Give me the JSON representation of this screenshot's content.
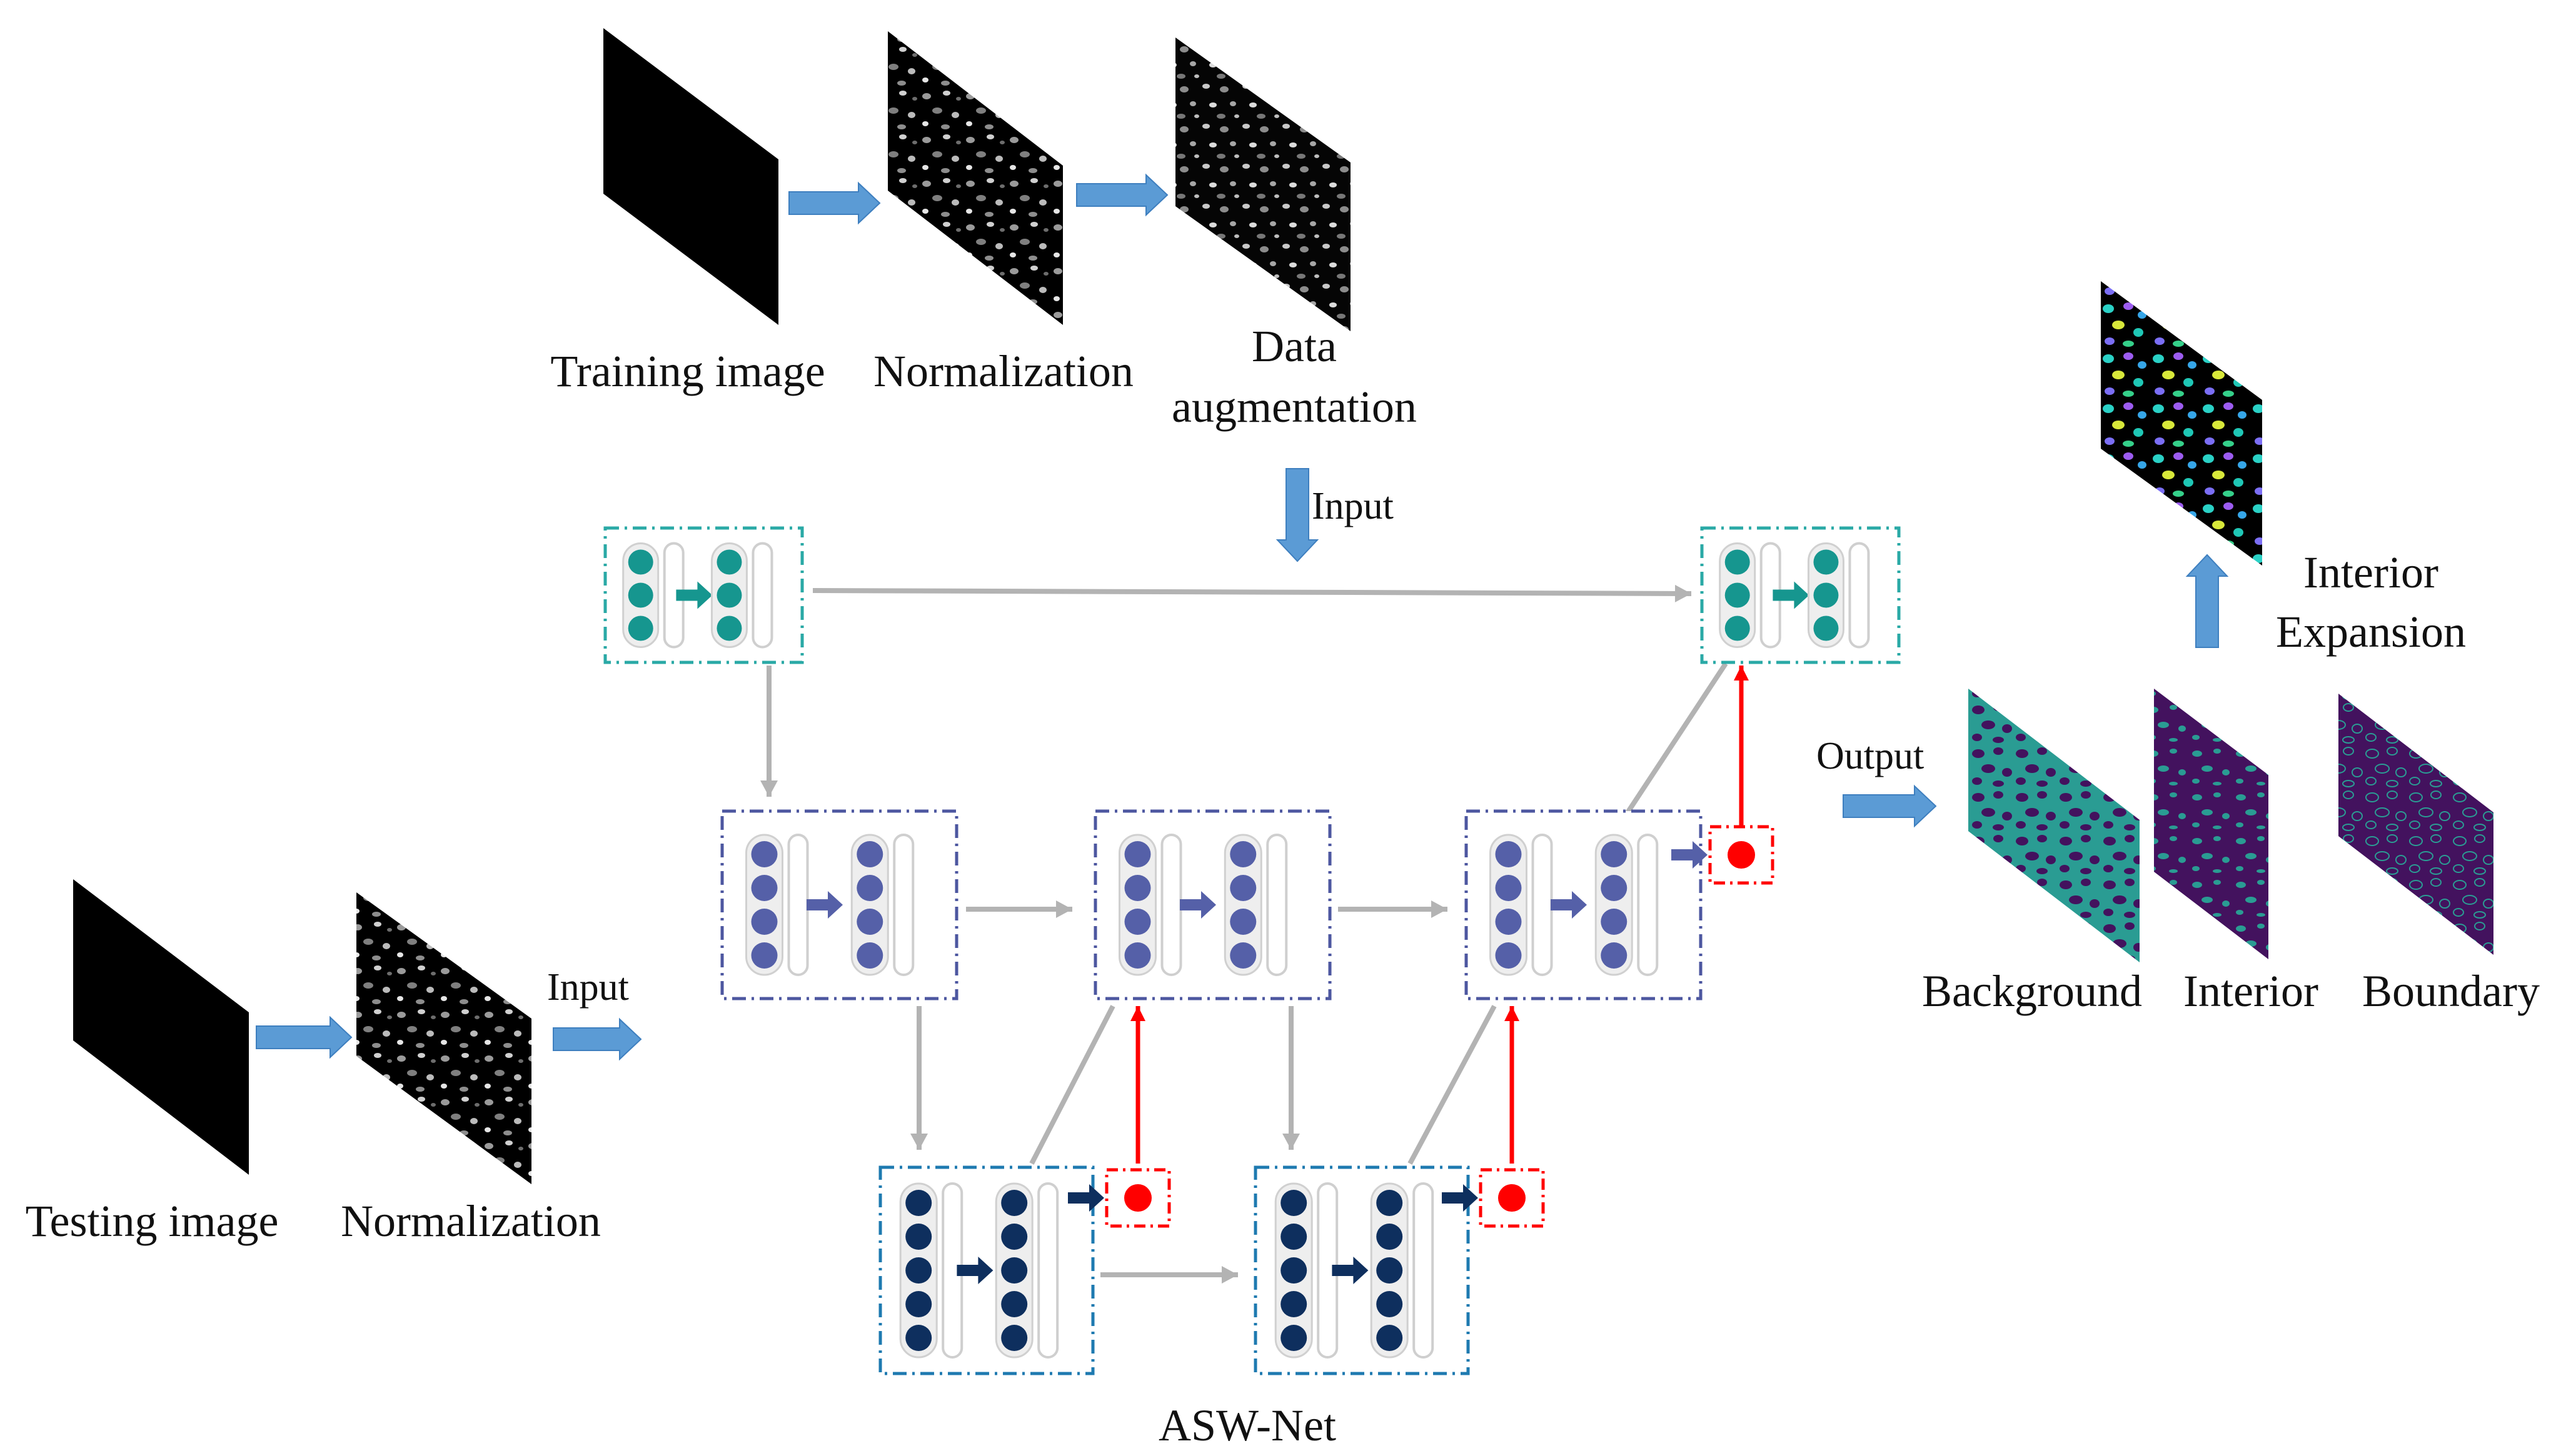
{
  "colors": {
    "teal": "#16968f",
    "teal_border": "#2aa9a6",
    "purple": "#5560a8",
    "purple_border": "#4d57a0",
    "navy": "#0e2f5e",
    "navy_border": "#1e7ab0",
    "arrow_blue": "#5b9bd5",
    "connector_gray": "#b3b3b3",
    "red": "#ff0000",
    "background_map": "#2a9c93",
    "map_purple": "#43125e"
  },
  "pipeline": {
    "training": {
      "labels": [
        "Training image",
        "Normalization"
      ],
      "augment_label_line1": "Data",
      "augment_label_line2": "augmentation"
    },
    "testing": {
      "labels": [
        "Testing image",
        "Normalization"
      ]
    },
    "input_label_top": "Input",
    "input_label_left": "Input",
    "output_label": "Output"
  },
  "network": {
    "name": "ASW-Net",
    "levels": [
      {
        "level": 1,
        "nodes_per_column": 3,
        "color_key": "teal"
      },
      {
        "level": 2,
        "nodes_per_column": 4,
        "color_key": "purple"
      },
      {
        "level": 3,
        "nodes_per_column": 5,
        "color_key": "navy"
      }
    ]
  },
  "outputs": {
    "maps": [
      "Background",
      "Interior",
      "Boundary"
    ],
    "result_line1": "Interior",
    "result_line2": "Expansion"
  },
  "icons": [
    "block-arrow-icon",
    "node-dot-icon",
    "supervision-dot-icon"
  ]
}
